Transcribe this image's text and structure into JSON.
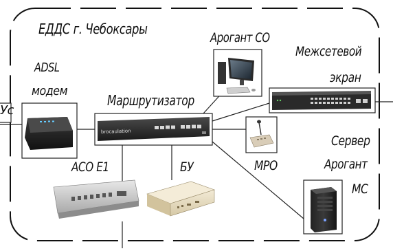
{
  "title": "ЕДДС г. Чебоксары",
  "labels": {
    "adsl_line1": "ADSL",
    "adsl_line2": "модем",
    "router": "Маршрутизатор",
    "arogant_co": "Арогант СО",
    "firewall_line1": "Межсетевой",
    "firewall_line2": "экран",
    "server_line1": "Сервер",
    "server_line2": "Арогант",
    "server_line3": "МС",
    "mro": "МРО",
    "aco": "АСО Е1",
    "bu": "БУ",
    "left_cut": "Уc"
  },
  "device_texts": {
    "router_brand": "brocaulation"
  }
}
